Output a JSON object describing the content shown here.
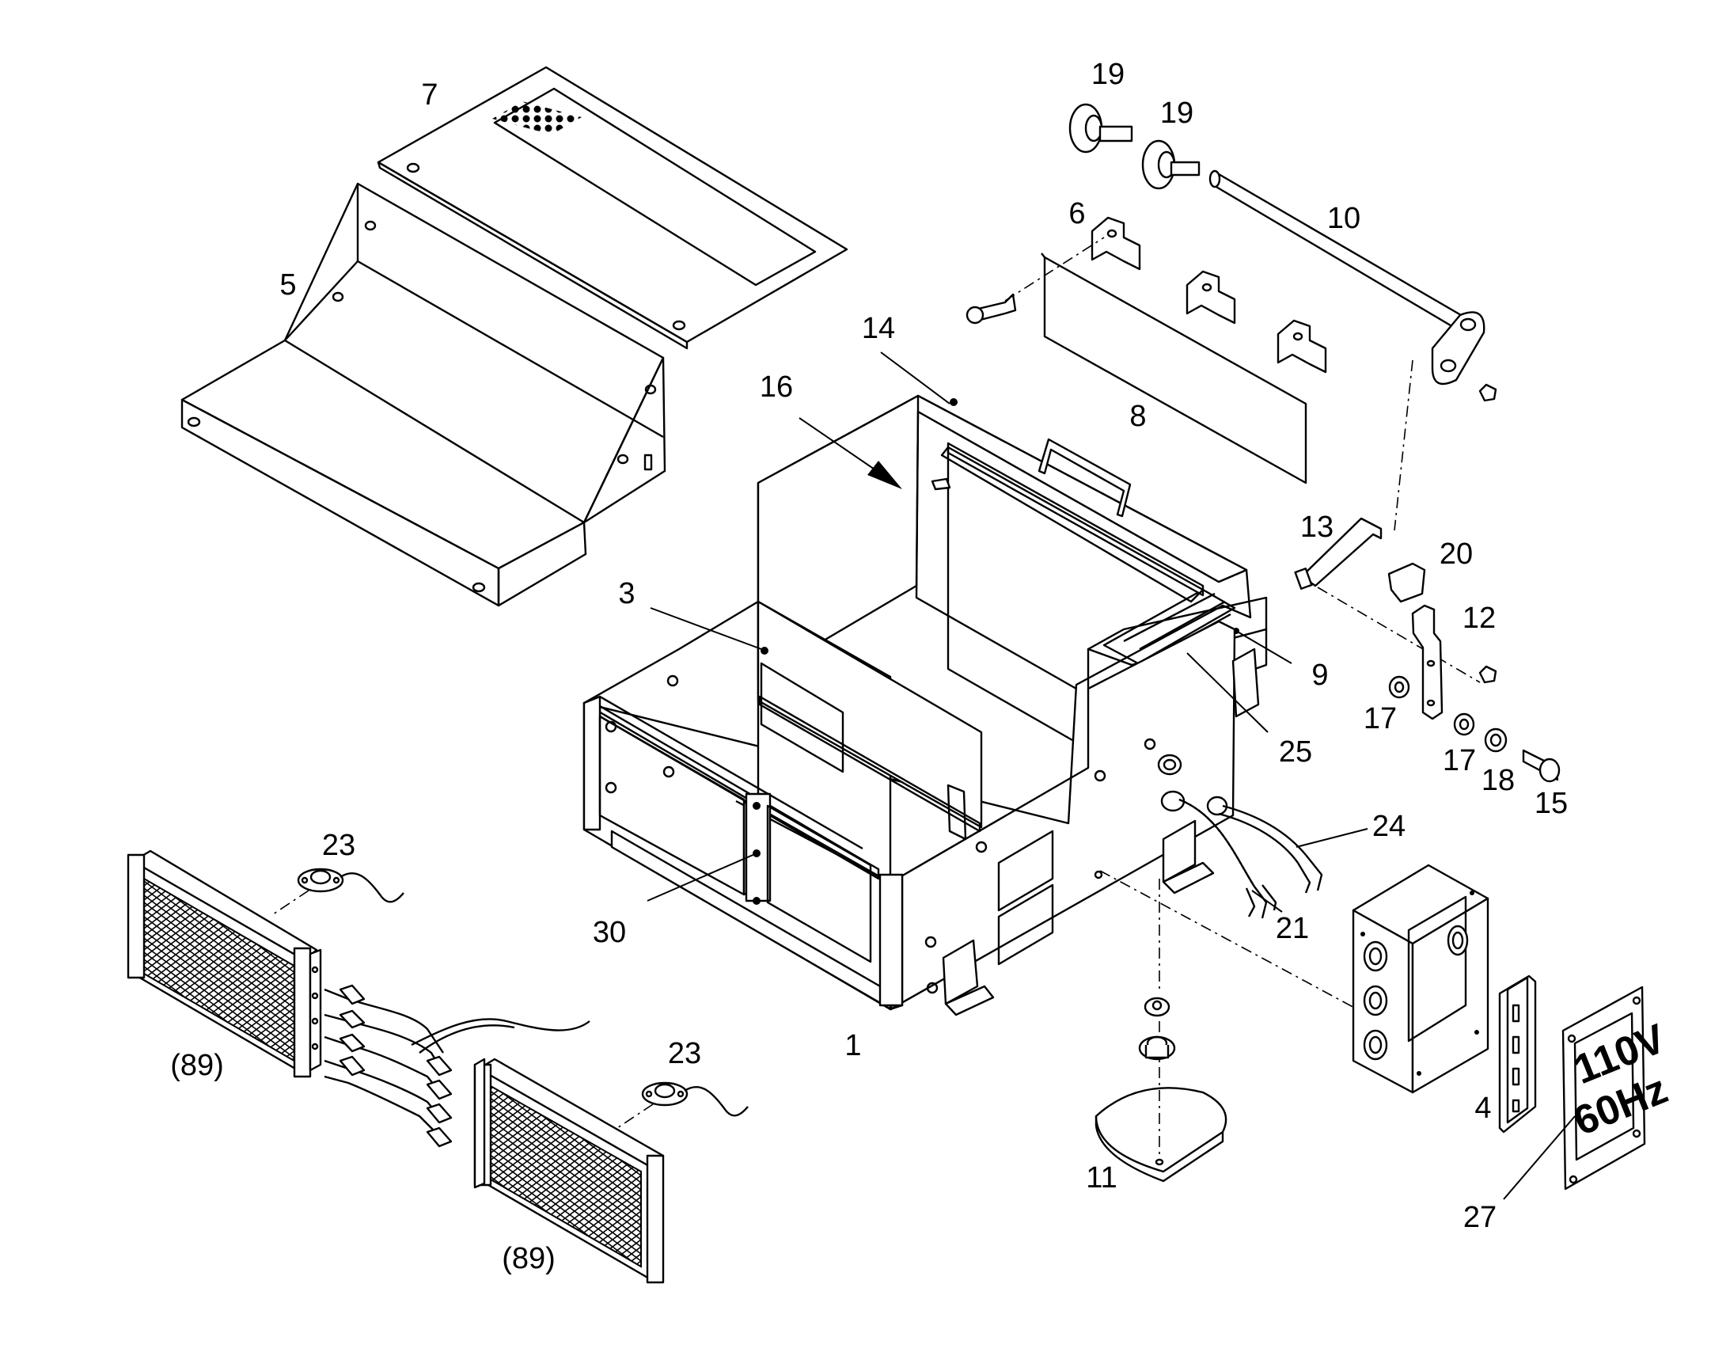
{
  "callouts": {
    "c1": "1",
    "c3": "3",
    "c4": "4",
    "c5": "5",
    "c6": "6",
    "c7": "7",
    "c8": "8",
    "c9": "9",
    "c10": "10",
    "c11": "11",
    "c12": "12",
    "c13": "13",
    "c14": "14",
    "c15": "15",
    "c16": "16",
    "c17a": "17",
    "c17b": "17",
    "c18": "18",
    "c19a": "19",
    "c19b": "19",
    "c20": "20",
    "c21": "21",
    "c23a": "23",
    "c23b": "23",
    "c24": "24",
    "c25": "25",
    "c27": "27",
    "c30": "30",
    "c89a": "(89)",
    "c89b": "(89)"
  },
  "plate": {
    "line1": "110V",
    "line2": "60Hz"
  }
}
